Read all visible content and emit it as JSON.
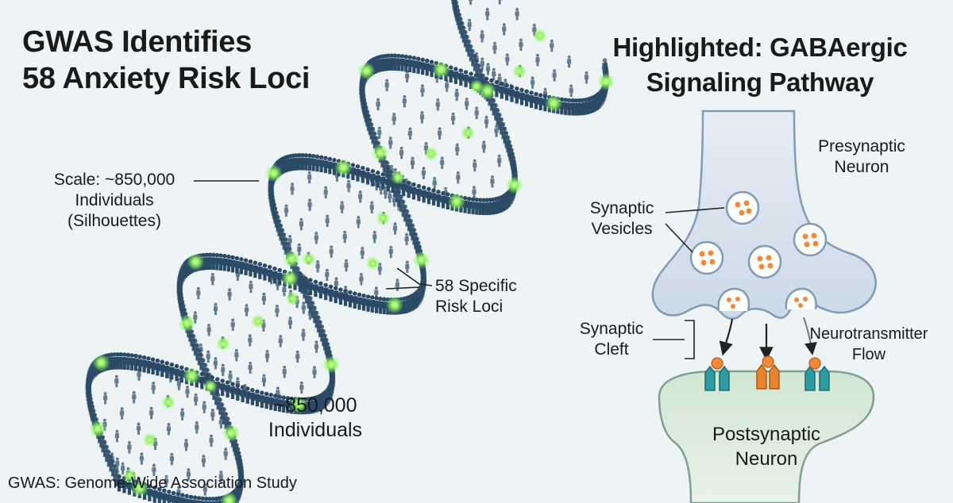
{
  "left": {
    "title_line1": "GWAS Identifies",
    "title_line2": "58 Anxiety Risk Loci",
    "scale_line1": "Scale: ~850,000",
    "scale_line2": "Individuals",
    "scale_line3": "(Silhouettes)",
    "loci_line1": "58 Specific",
    "loci_line2": "Risk Loci",
    "count_line1": "~850,000",
    "count_line2": "Individuals",
    "footnote": "GWAS: Genome-Wide Association Study"
  },
  "right": {
    "title_line1": "Highlighted: GABAergic",
    "title_line2": "Signaling Pathway",
    "presynaptic_line1": "Presynaptic",
    "presynaptic_line2": "Neuron",
    "vesicles_line1": "Synaptic",
    "vesicles_line2": "Vesicles",
    "cleft_line1": "Synaptic",
    "cleft_line2": "Cleft",
    "flow_line1": "Neurotransmitter",
    "flow_line2": "Flow",
    "postsynaptic_line1": "Postsynaptic",
    "postsynaptic_line2": "Neuron"
  },
  "colors": {
    "silhouette": "#2b4a66",
    "glow": "#7ef24a",
    "neuron_pre": "#d9e3ee",
    "neuron_post": "#dcebdc",
    "vesicle_dot": "#f08a3a",
    "receptor_teal": "#2f9aa0",
    "receptor_orange": "#e8832e"
  }
}
